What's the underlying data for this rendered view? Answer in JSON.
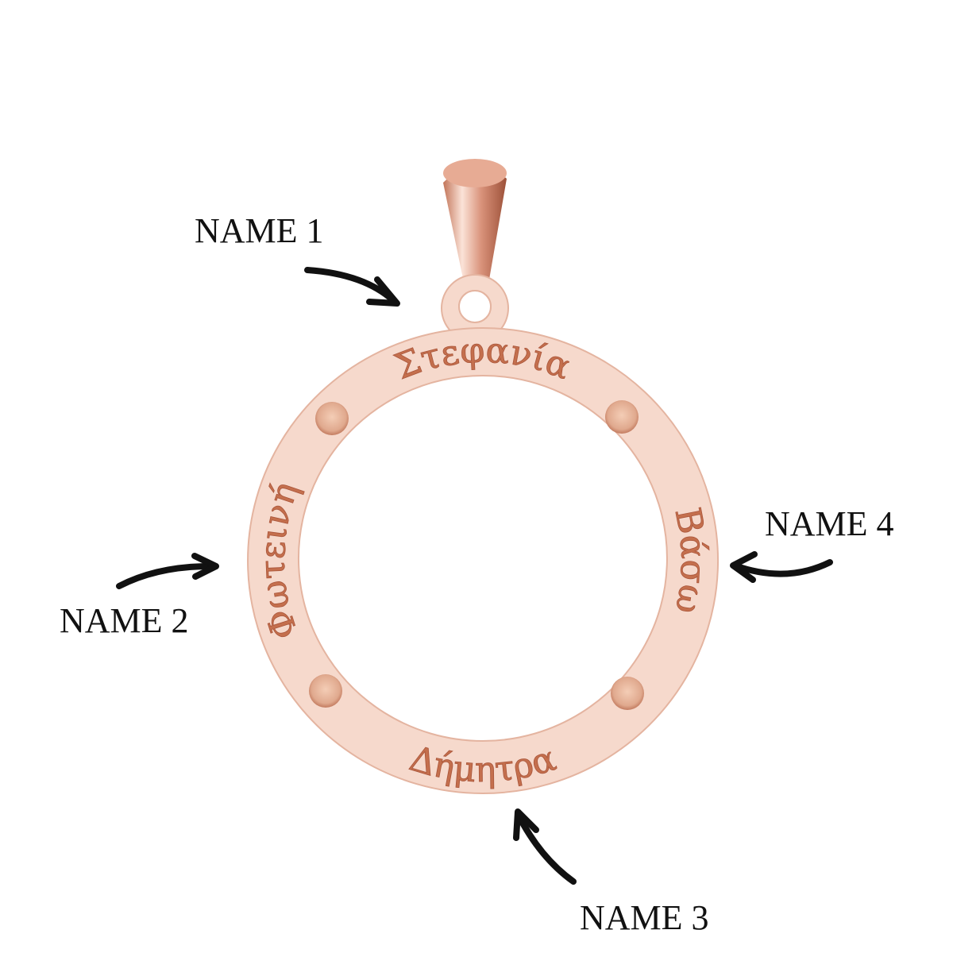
{
  "labels": {
    "name1": "NAME 1",
    "name2": "NAME 2",
    "name3": "NAME 3",
    "name4": "NAME 4"
  },
  "engravings": {
    "top": "Στεφανία",
    "left": "Φωτεινή",
    "right": "Βάσω",
    "bottom": "Δήμητρα"
  },
  "colors": {
    "metal": "#f6d9cc",
    "metal_edge": "#e4b4a0",
    "engraving": "#c46f4d",
    "arrow": "#111111"
  }
}
